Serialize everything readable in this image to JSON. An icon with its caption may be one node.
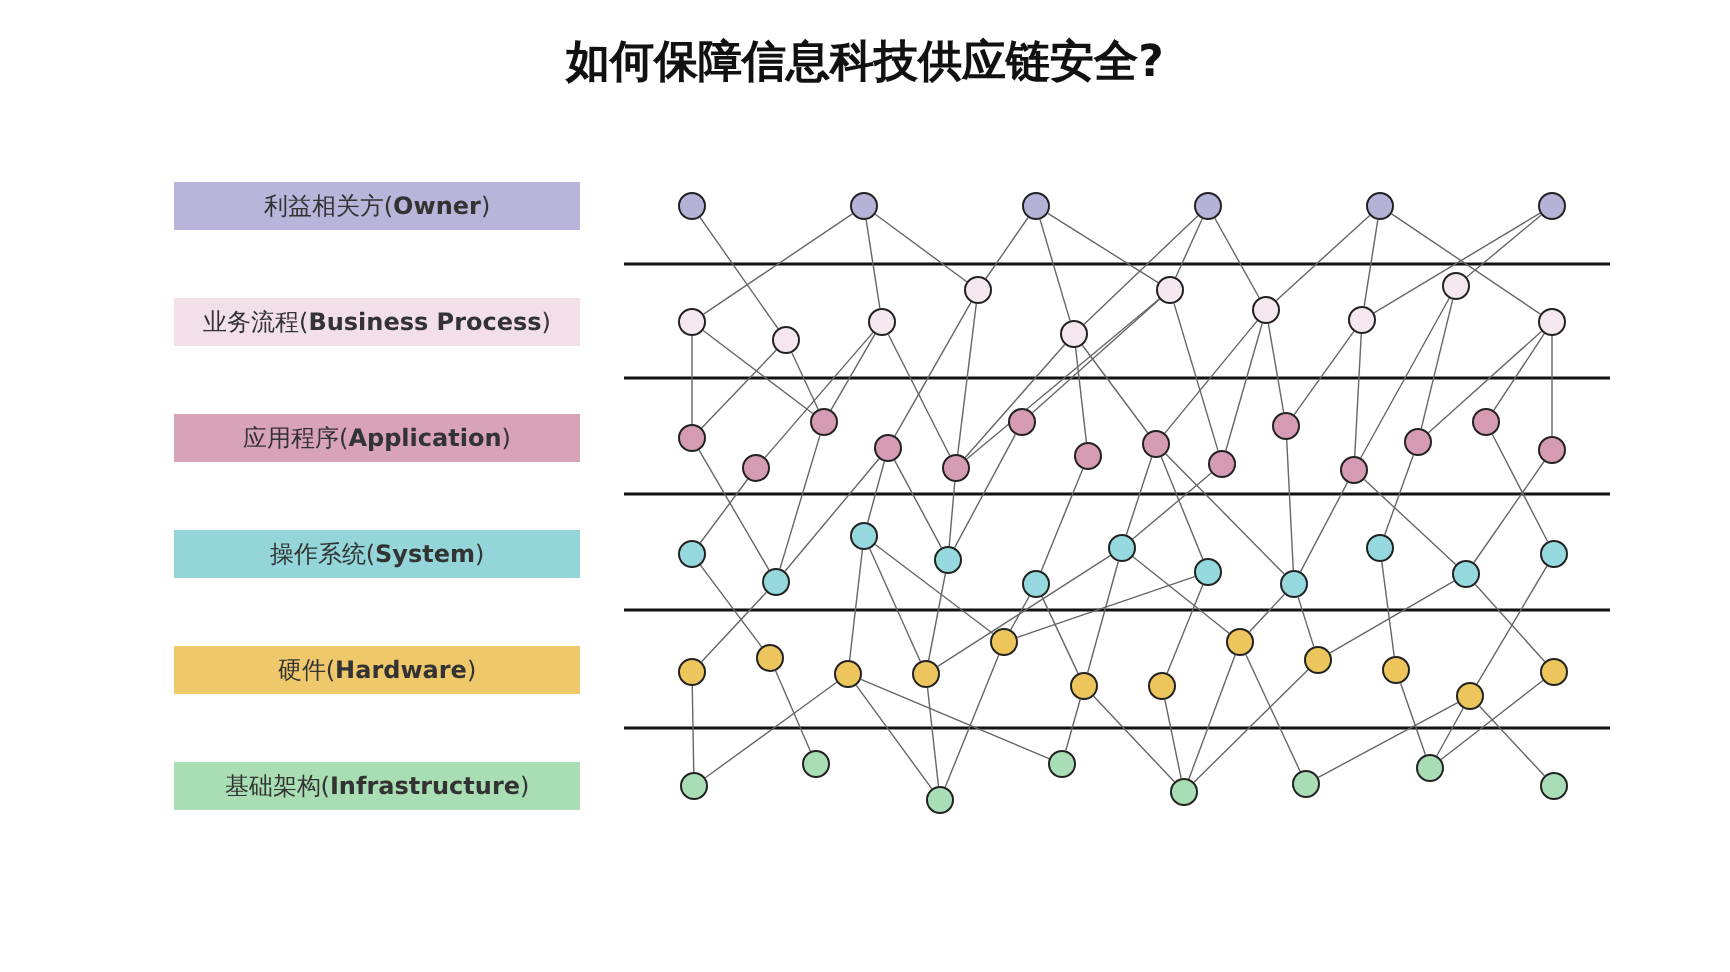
{
  "diagram": {
    "title": "如何保障信息科技供应链安全?",
    "nodes": [
      {
        "text": [
          "利益相关方(**Owner**)"
        ]
      },
      {
        "text": [
          "业务流程(**Business Process**)"
        ]
      },
      {
        "text": [
          "应用程序(**Application**)"
        ]
      },
      {
        "text": [
          "操作系统(**System**)"
        ]
      },
      {
        "text": [
          "硬件(**Hardware**)"
        ]
      },
      {
        "text": [
          "基础架构(**Infrastructure**)"
        ]
      },
      {
        "text": [],
        "shape": "circle"
      },
      {
        "text": [],
        "shape": "circle"
      },
      {
        "text": [],
        "shape": "circle"
      },
      {
        "text": [],
        "shape": "circle"
      },
      {
        "text": [],
        "shape": "circle"
      },
      {
        "text": [],
        "shape": "circle"
      },
      {
        "text": [],
        "shape": "circle"
      },
      {
        "text": [],
        "shape": "circle"
      },
      {
        "text": [],
        "shape": "circle"
      },
      {
        "text": [],
        "shape": "circle"
      },
      {
        "text": [],
        "shape": "circle"
      },
      {
        "text": [],
        "shape": "circle"
      },
      {
        "text": [],
        "shape": "circle"
      },
      {
        "text": [],
        "shape": "circle"
      },
      {
        "text": [],
        "shape": "circle"
      },
      {
        "text": [],
        "shape": "circle"
      },
      {
        "text": [],
        "shape": "circle"
      },
      {
        "text": [],
        "shape": "circle"
      },
      {
        "text": [],
        "shape": "circle"
      },
      {
        "text": [],
        "shape": "circle"
      },
      {
        "text": [],
        "shape": "circle"
      },
      {
        "text": [],
        "shape": "circle"
      },
      {
        "text": [],
        "shape": "circle"
      },
      {
        "text": [],
        "shape": "circle"
      },
      {
        "text": [],
        "shape": "circle"
      },
      {
        "text": [],
        "shape": "circle"
      },
      {
        "text": [],
        "shape": "circle"
      },
      {
        "text": [],
        "shape": "circle"
      },
      {
        "text": [],
        "shape": "circle"
      },
      {
        "text": [],
        "shape": "circle"
      },
      {
        "text": [],
        "shape": "circle"
      },
      {
        "text": [],
        "shape": "circle"
      },
      {
        "text": [],
        "shape": "circle"
      },
      {
        "text": [],
        "shape": "circle"
      },
      {
        "text": [],
        "shape": "circle"
      },
      {
        "text": [],
        "shape": "circle"
      },
      {
        "text": [],
        "shape": "circle"
      },
      {
        "text": [],
        "shape": "circle"
      },
      {
        "text": [],
        "shape": "circle"
      },
      {
        "text": [],
        "shape": "circle"
      },
      {
        "text": [],
        "shape": "circle"
      },
      {
        "text": [],
        "shape": "circle"
      },
      {
        "text": [],
        "shape": "circle"
      },
      {
        "text": [],
        "shape": "circle"
      },
      {
        "text": [],
        "shape": "circle"
      },
      {
        "text": [],
        "shape": "circle"
      },
      {
        "text": [],
        "shape": "circle"
      },
      {
        "text": [],
        "shape": "circle"
      },
      {
        "text": [],
        "shape": "circle"
      },
      {
        "text": [],
        "shape": "circle"
      },
      {
        "text": [],
        "shape": "circle"
      },
      {
        "text": [],
        "shape": "circle"
      },
      {
        "text": [],
        "shape": "circle"
      },
      {
        "text": [],
        "shape": "circle"
      },
      {
        "text": [],
        "shape": "circle"
      },
      {
        "text": [],
        "shape": "circle"
      },
      {
        "text": [],
        "shape": "circle"
      },
      {
        "text": [],
        "shape": "circle"
      },
      {
        "text": [],
        "shape": "circle"
      },
      {
        "text": [],
        "shape": "circle"
      },
      {
        "text": [],
        "shape": "circle"
      }
    ],
    "edges": [
      {
        "from": 6,
        "to": 13,
        "arrow": "none"
      },
      {
        "from": 7,
        "to": 12,
        "arrow": "none"
      },
      {
        "from": 7,
        "to": 14,
        "arrow": "none"
      },
      {
        "from": 7,
        "to": 15,
        "arrow": "none"
      },
      {
        "from": 8,
        "to": 15,
        "arrow": "none"
      },
      {
        "from": 8,
        "to": 16,
        "arrow": "none"
      },
      {
        "from": 8,
        "to": 17,
        "arrow": "none"
      },
      {
        "from": 9,
        "to": 16,
        "arrow": "none"
      },
      {
        "from": 9,
        "to": 17,
        "arrow": "none"
      },
      {
        "from": 9,
        "to": 18,
        "arrow": "none"
      },
      {
        "from": 10,
        "to": 18,
        "arrow": "none"
      },
      {
        "from": 10,
        "to": 19,
        "arrow": "none"
      },
      {
        "from": 10,
        "to": 21,
        "arrow": "none"
      },
      {
        "from": 11,
        "to": 19,
        "arrow": "none"
      },
      {
        "from": 11,
        "to": 20,
        "arrow": "none"
      },
      {
        "from": 12,
        "to": 22,
        "arrow": "none"
      },
      {
        "from": 12,
        "to": 24,
        "arrow": "none"
      },
      {
        "from": 13,
        "to": 22,
        "arrow": "none"
      },
      {
        "from": 13,
        "to": 24,
        "arrow": "none"
      },
      {
        "from": 14,
        "to": 23,
        "arrow": "none"
      },
      {
        "from": 14,
        "to": 24,
        "arrow": "none"
      },
      {
        "from": 14,
        "to": 26,
        "arrow": "none"
      },
      {
        "from": 15,
        "to": 25,
        "arrow": "none"
      },
      {
        "from": 15,
        "to": 26,
        "arrow": "none"
      },
      {
        "from": 16,
        "to": 26,
        "arrow": "none"
      },
      {
        "from": 16,
        "to": 28,
        "arrow": "none"
      },
      {
        "from": 16,
        "to": 29,
        "arrow": "none"
      },
      {
        "from": 17,
        "to": 27,
        "arrow": "none"
      },
      {
        "from": 17,
        "to": 26,
        "arrow": "none"
      },
      {
        "from": 17,
        "to": 30,
        "arrow": "none"
      },
      {
        "from": 18,
        "to": 29,
        "arrow": "none"
      },
      {
        "from": 18,
        "to": 30,
        "arrow": "none"
      },
      {
        "from": 18,
        "to": 31,
        "arrow": "none"
      },
      {
        "from": 19,
        "to": 31,
        "arrow": "none"
      },
      {
        "from": 19,
        "to": 32,
        "arrow": "none"
      },
      {
        "from": 20,
        "to": 32,
        "arrow": "none"
      },
      {
        "from": 20,
        "to": 33,
        "arrow": "none"
      },
      {
        "from": 21,
        "to": 33,
        "arrow": "none"
      },
      {
        "from": 21,
        "to": 34,
        "arrow": "none"
      },
      {
        "from": 21,
        "to": 35,
        "arrow": "none"
      },
      {
        "from": 22,
        "to": 37,
        "arrow": "none"
      },
      {
        "from": 23,
        "to": 36,
        "arrow": "none"
      },
      {
        "from": 24,
        "to": 37,
        "arrow": "none"
      },
      {
        "from": 25,
        "to": 37,
        "arrow": "none"
      },
      {
        "from": 25,
        "to": 39,
        "arrow": "none"
      },
      {
        "from": 25,
        "to": 38,
        "arrow": "none"
      },
      {
        "from": 26,
        "to": 39,
        "arrow": "none"
      },
      {
        "from": 27,
        "to": 39,
        "arrow": "none"
      },
      {
        "from": 28,
        "to": 40,
        "arrow": "none"
      },
      {
        "from": 29,
        "to": 41,
        "arrow": "none"
      },
      {
        "from": 29,
        "to": 42,
        "arrow": "none"
      },
      {
        "from": 29,
        "to": 43,
        "arrow": "none"
      },
      {
        "from": 30,
        "to": 41,
        "arrow": "none"
      },
      {
        "from": 31,
        "to": 43,
        "arrow": "none"
      },
      {
        "from": 32,
        "to": 43,
        "arrow": "none"
      },
      {
        "from": 32,
        "to": 45,
        "arrow": "none"
      },
      {
        "from": 33,
        "to": 44,
        "arrow": "none"
      },
      {
        "from": 34,
        "to": 46,
        "arrow": "none"
      },
      {
        "from": 35,
        "to": 45,
        "arrow": "none"
      },
      {
        "from": 36,
        "to": 48,
        "arrow": "none"
      },
      {
        "from": 37,
        "to": 47,
        "arrow": "none"
      },
      {
        "from": 38,
        "to": 49,
        "arrow": "none"
      },
      {
        "from": 38,
        "to": 50,
        "arrow": "none"
      },
      {
        "from": 38,
        "to": 51,
        "arrow": "none"
      },
      {
        "from": 39,
        "to": 50,
        "arrow": "none"
      },
      {
        "from": 40,
        "to": 51,
        "arrow": "none"
      },
      {
        "from": 40,
        "to": 52,
        "arrow": "none"
      },
      {
        "from": 41,
        "to": 52,
        "arrow": "none"
      },
      {
        "from": 41,
        "to": 50,
        "arrow": "none"
      },
      {
        "from": 41,
        "to": 54,
        "arrow": "none"
      },
      {
        "from": 42,
        "to": 53,
        "arrow": "none"
      },
      {
        "from": 42,
        "to": 51,
        "arrow": "none"
      },
      {
        "from": 43,
        "to": 54,
        "arrow": "none"
      },
      {
        "from": 43,
        "to": 55,
        "arrow": "none"
      },
      {
        "from": 44,
        "to": 56,
        "arrow": "none"
      },
      {
        "from": 45,
        "to": 55,
        "arrow": "none"
      },
      {
        "from": 45,
        "to": 58,
        "arrow": "none"
      },
      {
        "from": 46,
        "to": 57,
        "arrow": "none"
      },
      {
        "from": 47,
        "to": 59,
        "arrow": "none"
      },
      {
        "from": 48,
        "to": 60,
        "arrow": "none"
      },
      {
        "from": 49,
        "to": 59,
        "arrow": "none"
      },
      {
        "from": 49,
        "to": 61,
        "arrow": "none"
      },
      {
        "from": 49,
        "to": 62,
        "arrow": "none"
      },
      {
        "from": 50,
        "to": 61,
        "arrow": "none"
      },
      {
        "from": 51,
        "to": 61,
        "arrow": "none"
      },
      {
        "from": 52,
        "to": 62,
        "arrow": "none"
      },
      {
        "from": 52,
        "to": 63,
        "arrow": "none"
      },
      {
        "from": 53,
        "to": 63,
        "arrow": "none"
      },
      {
        "from": 54,
        "to": 63,
        "arrow": "none"
      },
      {
        "from": 54,
        "to": 64,
        "arrow": "none"
      },
      {
        "from": 55,
        "to": 63,
        "arrow": "none"
      },
      {
        "from": 56,
        "to": 65,
        "arrow": "none"
      },
      {
        "from": 57,
        "to": 64,
        "arrow": "none"
      },
      {
        "from": 57,
        "to": 65,
        "arrow": "none"
      },
      {
        "from": 57,
        "to": 66,
        "arrow": "none"
      },
      {
        "from": 58,
        "to": 65,
        "arrow": "none"
      }
    ]
  }
}
